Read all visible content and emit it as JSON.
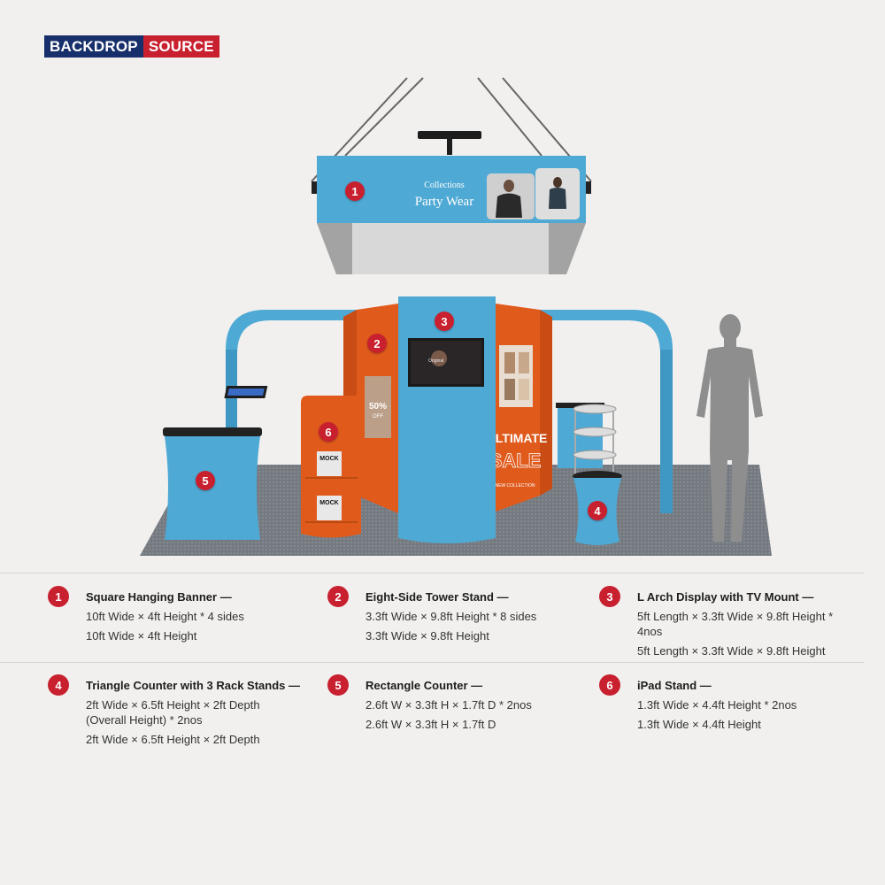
{
  "brand": {
    "left": "BACKDROP",
    "right": "SOURCE"
  },
  "scene": {
    "banner_small": "Collections",
    "banner_large": "Party Wear",
    "tv_text": "Original",
    "tower_discount": "50%",
    "tower_off": "OFF",
    "sale_word1": "ULTIMATE",
    "sale_word2": "SALE",
    "sale_sub": "NEW COLLECTION",
    "rack_mag": "MOCK",
    "badges": [
      "1",
      "2",
      "3",
      "4",
      "5",
      "6"
    ]
  },
  "colors": {
    "accent": "#c8202f",
    "booth_blue": "#4ea9d4",
    "booth_orange": "#e05a1c",
    "navy": "#17306b"
  },
  "specs": [
    {
      "num": "1",
      "title": "Square Hanging Banner —",
      "line1": "10ft Wide × 4ft Height * 4 sides",
      "line2": "10ft Wide × 4ft Height"
    },
    {
      "num": "2",
      "title": "Eight-Side Tower Stand —",
      "line1": "3.3ft Wide × 9.8ft Height * 8 sides",
      "line2": "3.3ft Wide × 9.8ft Height"
    },
    {
      "num": "3",
      "title": "L Arch Display with TV Mount —",
      "line1": "5ft Length × 3.3ft Wide × 9.8ft Height * 4nos",
      "line2": "5ft Length × 3.3ft Wide × 9.8ft Height"
    },
    {
      "num": "4",
      "title": "Triangle Counter with 3 Rack Stands —",
      "line1": "2ft Wide × 6.5ft Height × 2ft Depth (Overall Height) * 2nos",
      "line2": "2ft Wide × 6.5ft Height × 2ft Depth"
    },
    {
      "num": "5",
      "title": "Rectangle Counter —",
      "line1": "2.6ft W × 3.3ft H × 1.7ft D * 2nos",
      "line2": "2.6ft W × 3.3ft H × 1.7ft D"
    },
    {
      "num": "6",
      "title": "iPad Stand —",
      "line1": "1.3ft Wide × 4.4ft Height * 2nos",
      "line2": "1.3ft Wide × 4.4ft Height"
    }
  ]
}
